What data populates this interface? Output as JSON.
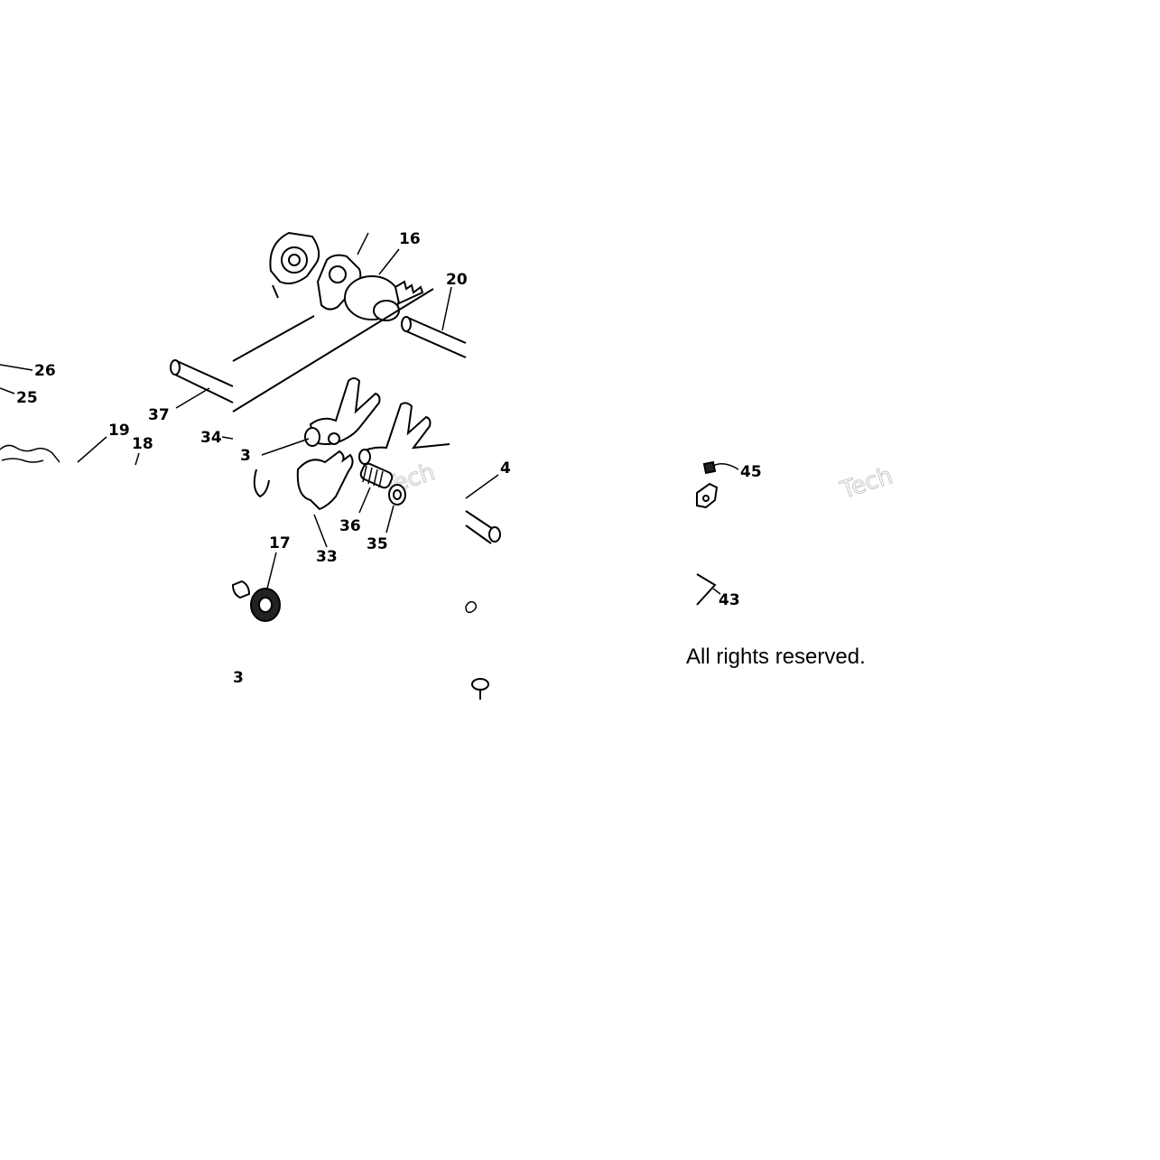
{
  "diagram": {
    "callouts": {
      "c16": "16",
      "c20": "20",
      "c26": "26",
      "c25": "25",
      "c37": "37",
      "c19": "19",
      "c18": "18",
      "c34": "34",
      "c3a": "3",
      "c4": "4",
      "c45": "45",
      "c36": "36",
      "c35": "35",
      "c33": "33",
      "c17": "17",
      "c43": "43",
      "c3b": "3"
    },
    "copyright": "All rights reserved.",
    "watermark": "Tech"
  }
}
